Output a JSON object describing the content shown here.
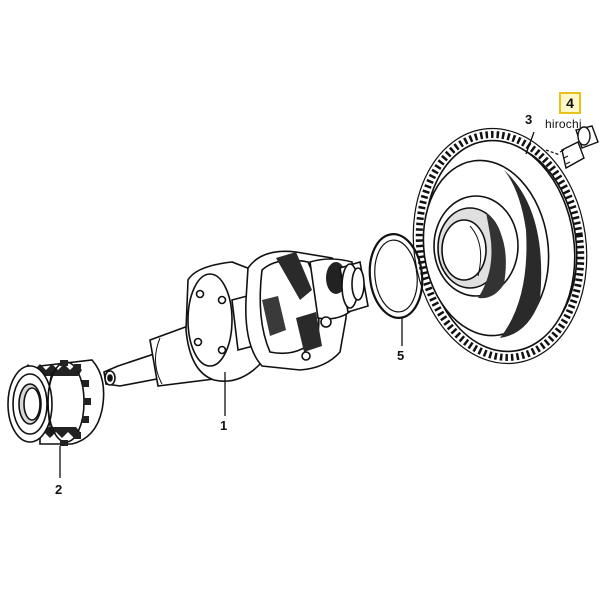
{
  "diagram": {
    "parts": [
      {
        "id": "1",
        "label": "1"
      },
      {
        "id": "2",
        "label": "2"
      },
      {
        "id": "3",
        "label": "3"
      },
      {
        "id": "4",
        "label": "4"
      },
      {
        "id": "5",
        "label": "5"
      }
    ],
    "highlight": {
      "label": "4",
      "color": "#e8c21a",
      "fill": "#fff8c8"
    },
    "watermark": "hirochi",
    "line_color": "#111111"
  }
}
